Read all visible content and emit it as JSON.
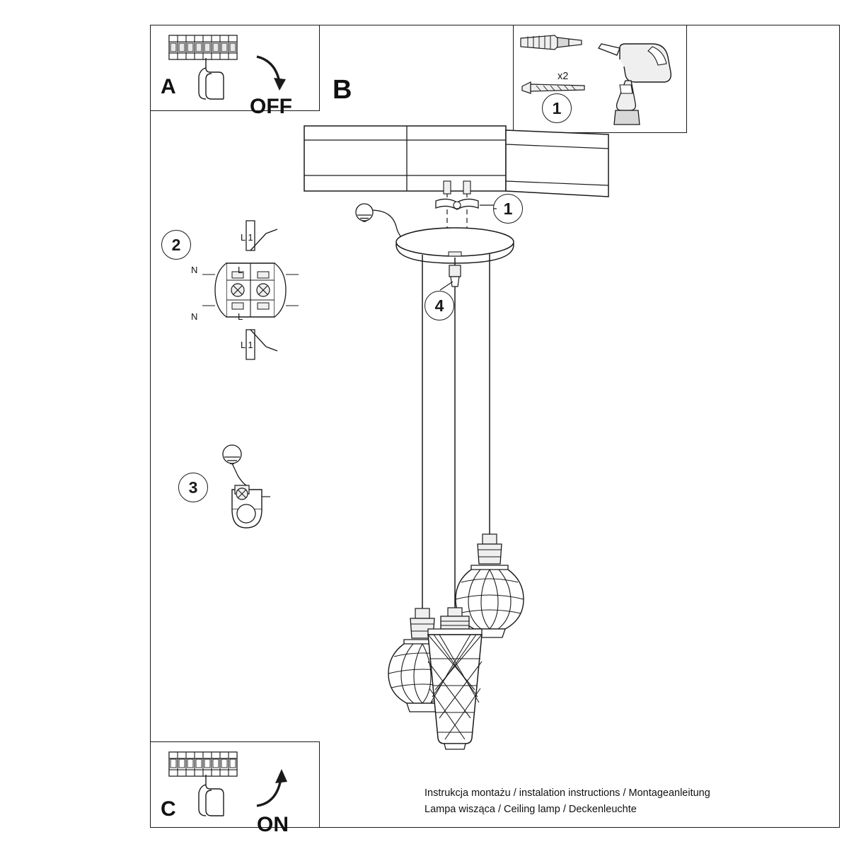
{
  "sheet": {
    "title_lines": [
      "Instrukcja montażu / instalation instructions / Montageanleitung",
      "Lampa wisząca / Ceiling lamp / Deckenleuchte"
    ]
  },
  "panels": {
    "a": {
      "label": "A",
      "action": "OFF",
      "name": "breaker-off-panel"
    },
    "b": {
      "label": "B",
      "name": "main-assembly-panel"
    },
    "c": {
      "label": "C",
      "action": "ON",
      "name": "breaker-on-panel"
    },
    "tools": {
      "label": "1",
      "quantity": "x2",
      "name": "tools-panel"
    }
  },
  "callouts": {
    "ceiling_screw": "1",
    "terminal_block": "2",
    "earth_clamp": "3",
    "cable_adjust": "4"
  },
  "terminal_labels": {
    "top_right": "L 1",
    "left_upper": "N",
    "right_upper": "L",
    "left_lower": "N",
    "right_lower": "L",
    "bottom_right": "L 1"
  },
  "colors": {
    "line": "#1a1a1a",
    "fill_light": "#efefef",
    "fill_mid": "#d8d8d8",
    "background": "#ffffff"
  }
}
